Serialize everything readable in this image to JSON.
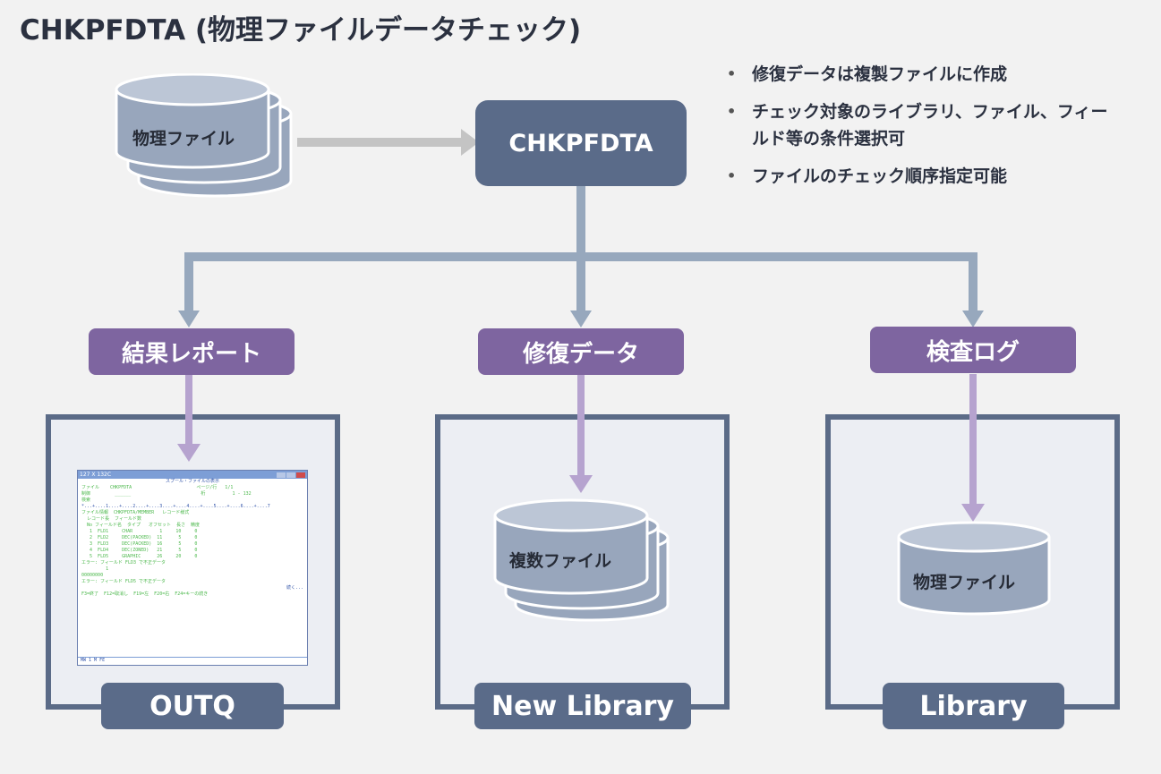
{
  "title": "CHKPFDTA (物理ファイルデータチェック)",
  "features": [
    "修復データは複製ファイルに作成",
    "チェック対象のライブラリ、ファイル、フィールド等の条件選択可",
    "ファイルのチェック順序指定可能"
  ],
  "source": {
    "label": "物理ファイル",
    "icon": "stacked-database-icon"
  },
  "process": {
    "label": "CHKPFDTA"
  },
  "outputs": [
    {
      "label": "結果レポート",
      "container": "OUTQ",
      "content": "spool-screenshot"
    },
    {
      "label": "修復データ",
      "container": "New Library",
      "content": "複数ファイル"
    },
    {
      "label": "検査ログ",
      "container": "Library",
      "content": "物理ファイル"
    }
  ],
  "spool": {
    "window_title": "127 X 132C",
    "heading": "スプール・ファイルの表示",
    "lines": [
      "ファイル    CHKPFDTA                        ページ/行   1/1",
      "制御         ______                          桁          1 - 132",
      "検索",
      "*...+....1....+....2....+....3....+....4....+....5....+....6....+....7",
      "ファイル情報  CHKPFDTA/MEMBER   レコード様式  ",
      "  レコード長  フィールド数",
      "  No フィールド名  タイプ   オフセット  長さ  精度",
      "   1  FLD1     CHAR          1     10     0",
      "   2  FLD2     DEC(PACKED)  11      5     0",
      "   3  FLD3     DEC(PACKED)  16      5     0",
      "   4  FLD4     DEC(ZONED)   21      5     0",
      "   5  FLD5     GRAPHIC      26     20     0",
      "",
      "エラー: フィールド FLD3 で不正データ",
      "         1",
      "00000000",
      "",
      "エラー: フィールド FLD5 で不正データ",
      "",
      "F3=終了  F12=取消し  F19=左  F20=右  F24=キーの続き"
    ],
    "more": "続く...",
    "status": "MW  1           M  FE"
  }
}
